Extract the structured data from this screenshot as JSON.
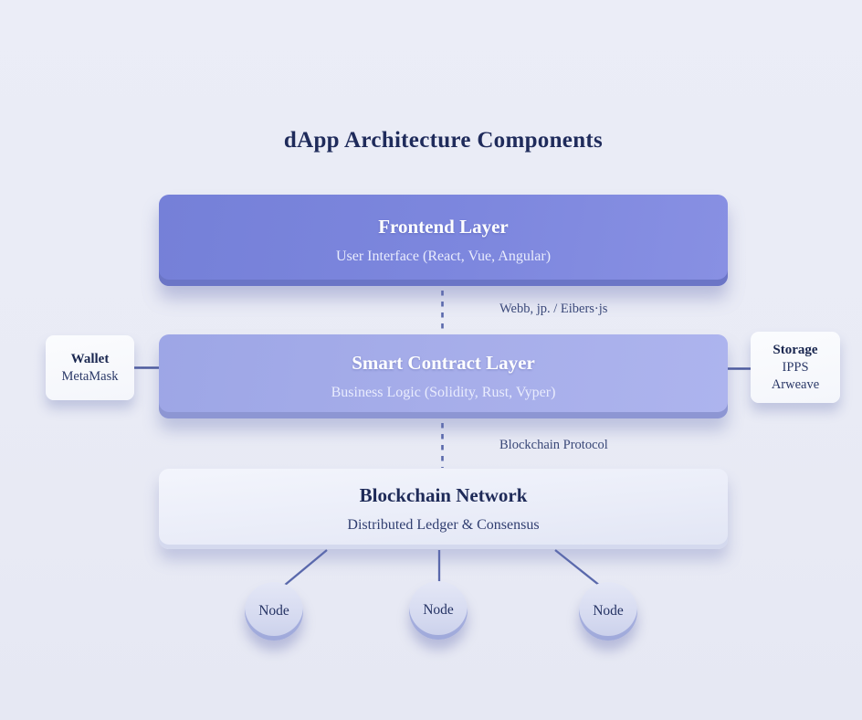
{
  "title": "dApp Architecture Components",
  "layers": {
    "frontend": {
      "title": "Frontend Layer",
      "subtitle": "User Interface (React, Vue, Angular)"
    },
    "smart_contract": {
      "title": "Smart Contract Layer",
      "subtitle": "Business Logic (Solidity, Rust, Vyper)"
    },
    "blockchain": {
      "title": "Blockchain Network",
      "subtitle": "Distributed Ledger & Consensus"
    }
  },
  "connectors": {
    "frontend_to_contract_label": "Webb, jp. / Eibers·js",
    "contract_to_blockchain_label": "Blockchain Protocol"
  },
  "side_boxes": {
    "wallet": {
      "title": "Wallet",
      "subtitle": "MetaMask"
    },
    "storage": {
      "title": "Storage",
      "lines": [
        "IPPS",
        "Arweave"
      ]
    }
  },
  "nodes": [
    {
      "label": "Node"
    },
    {
      "label": "Node"
    },
    {
      "label": "Node"
    }
  ],
  "colors": {
    "background": "#e9ebf5",
    "frontend_fill": "#7d87de",
    "frontend_edge": "#6b75c6",
    "contract_fill": "#a7aeea",
    "contract_edge": "#8d96d3",
    "network_fill": "#edeffa",
    "node_fill": "#d6dbf0",
    "node_rim": "#8d9ad3",
    "side_box_fill": "#f8f9fd",
    "connector_line": "#5a69ac",
    "title_text": "#1f2b5b",
    "light_text": "#ffffff"
  }
}
